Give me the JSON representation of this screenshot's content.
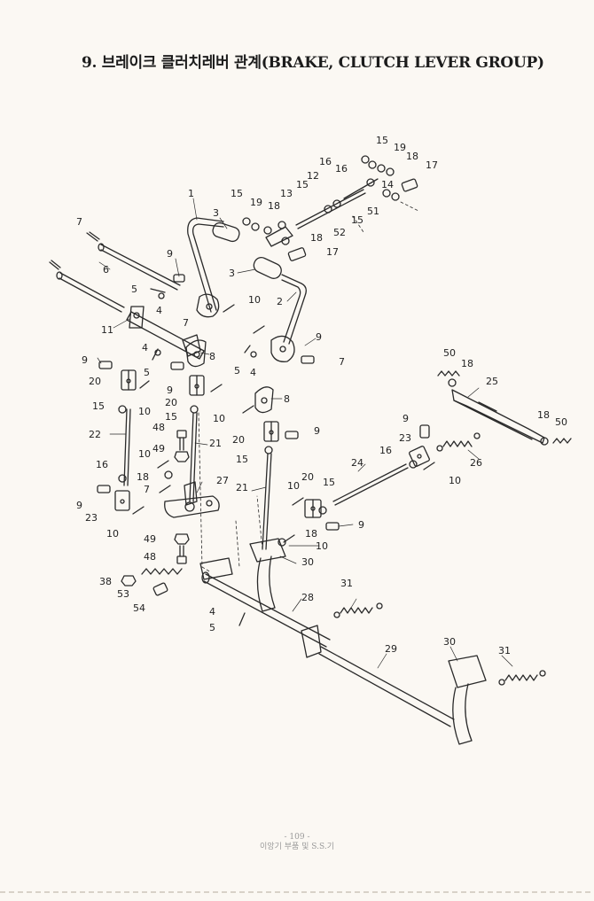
{
  "document": {
    "title": "9. 브레이크 클러치레버 관계(BRAKE, CLUTCH LEVER GROUP)",
    "footer_page": "- 109 -",
    "footer_caption": "이앙기 부품 및 S.S.기"
  },
  "callouts": {
    "c1": "1",
    "c2": "2",
    "c3a": "3",
    "c3b": "3",
    "c4a": "4",
    "c4b": "4",
    "c4c": "4",
    "c4d": "4",
    "c5a": "5",
    "c5b": "5",
    "c5c": "5",
    "c5d": "5",
    "c6": "6",
    "c7a": "7",
    "c7b": "7",
    "c7c": "7",
    "c7d": "7",
    "c8a": "8",
    "c8b": "8",
    "c9a": "9",
    "c9b": "9",
    "c9c": "9",
    "c9d": "9",
    "c9e": "9",
    "c9f": "9",
    "c9g": "9",
    "c9h": "9",
    "c10a": "10",
    "c10b": "10",
    "c10c": "10",
    "c10d": "10",
    "c10e": "10",
    "c10f": "10",
    "c10g": "10",
    "c11": "11",
    "c12": "12",
    "c13": "13",
    "c14": "14",
    "c15a": "15",
    "c15b": "15",
    "c15c": "15",
    "c15d": "15",
    "c15e": "15",
    "c15f": "15",
    "c15g": "15",
    "c15h": "15",
    "c16a": "16",
    "c16b": "16",
    "c16c": "16",
    "c16d": "16",
    "c17a": "17",
    "c17b": "17",
    "c18a": "18",
    "c18b": "18",
    "c18c": "18",
    "c18d": "18",
    "c18e": "18",
    "c18f": "18",
    "c18g": "18",
    "c19a": "19",
    "c19b": "19",
    "c20a": "20",
    "c20b": "20",
    "c20c": "20",
    "c20d": "20",
    "c21a": "21",
    "c21b": "21",
    "c22": "22",
    "c23a": "23",
    "c23b": "23",
    "c24": "24",
    "c25": "25",
    "c26": "26",
    "c27": "27",
    "c28": "28",
    "c29": "29",
    "c30a": "30",
    "c30b": "30",
    "c31a": "31",
    "c31b": "31",
    "c38": "38",
    "c48a": "48",
    "c48b": "48",
    "c49a": "49",
    "c49b": "49",
    "c50a": "50",
    "c50b": "50",
    "c51": "51",
    "c52": "52",
    "c53": "53",
    "c54": "54"
  }
}
